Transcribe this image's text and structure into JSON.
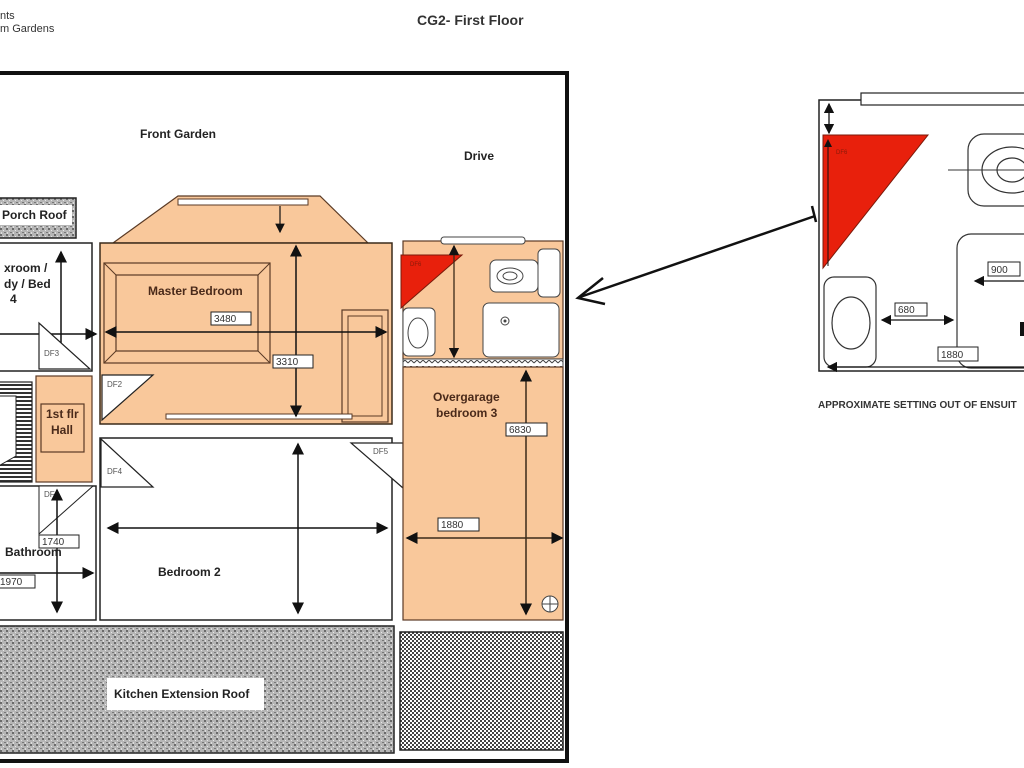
{
  "header": {
    "line1": "nts",
    "line2": "m Gardens",
    "title": "CG2- First Floor"
  },
  "plan": {
    "outside_labels": {
      "front_garden": "Front Garden",
      "drive": "Drive"
    },
    "rooms": {
      "porch_roof": "Porch Roof",
      "boxroom_line1": "xroom /",
      "boxroom_line2": "dy / Bed",
      "boxroom_line3": "4",
      "master_bedroom": "Master Bedroom",
      "hall_line1": "1st flr",
      "hall_line2": "Hall",
      "bathroom": "Bathroom",
      "bedroom2": "Bedroom 2",
      "overgarage_line1": "Overgarage",
      "overgarage_line2": "bedroom 3",
      "kitchen_roof": "Kitchen Extension Roof"
    },
    "dimensions": {
      "master_width": "3480",
      "master_depth": "3310",
      "overgarage_length": "6830",
      "overgarage_width": "1880",
      "bathroom_length": "1740",
      "bathroom_width": "1970"
    },
    "door_frames": {
      "df2": "DF2",
      "df3": "DF3",
      "df4": "DF4",
      "df5": "DF5",
      "df_bath": "DF",
      "df_ensuite": "DF6"
    }
  },
  "ensuite_detail": {
    "caption": "APPROXIMATE SETTING OUT OF ENSUIT",
    "dimensions": {
      "d900": "900",
      "d680": "680",
      "d1880": "1880"
    },
    "df_label": "DF6"
  },
  "colors": {
    "room_fill": "#f9c89b",
    "room_stroke": "#5a3a25",
    "accent_red": "#e8200c",
    "wall": "#111111"
  }
}
